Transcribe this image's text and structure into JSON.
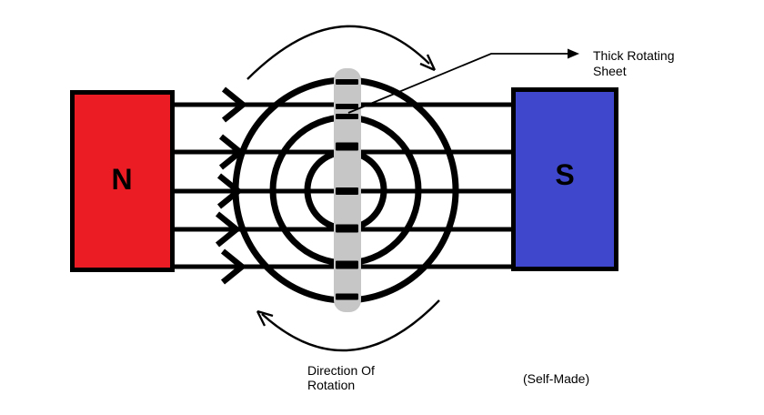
{
  "diagram": {
    "title_hint": "Magnetic field between poles with thick rotating sheet",
    "magnet_left": {
      "label": "N",
      "color": "#EC1C24"
    },
    "magnet_right": {
      "label": "S",
      "color": "#3F48CC"
    },
    "sheet": {
      "color": "#C6C6C6"
    },
    "stroke_color": "#000000",
    "background": "#FFFFFF",
    "labels": {
      "sheet_line1": "Thick Rotating",
      "sheet_line2": "Sheet",
      "rotation_line1": "Direction Of",
      "rotation_line2": "Rotation",
      "credit": "(Self-Made)"
    }
  }
}
